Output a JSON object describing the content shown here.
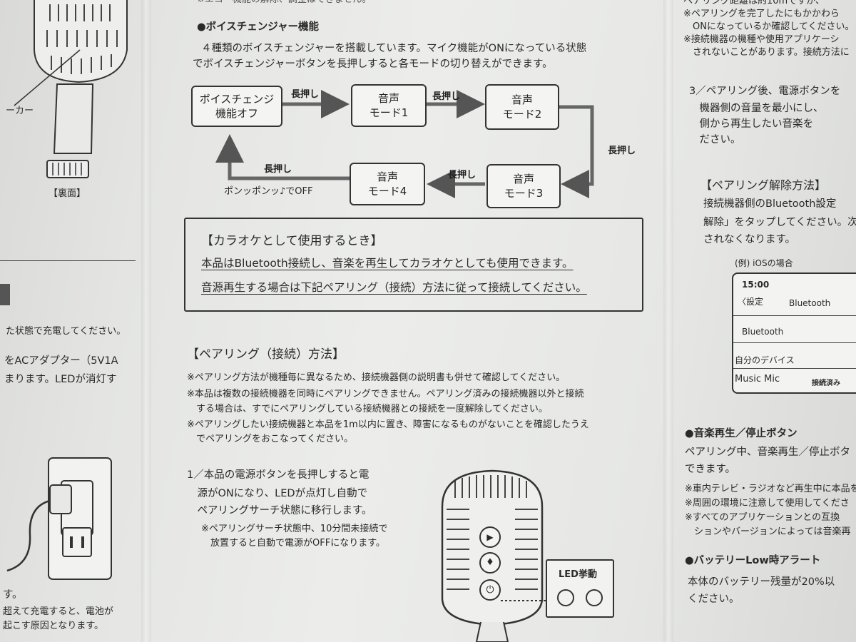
{
  "left": {
    "top_partial": "ーカー",
    "back_label": "【裏面】",
    "lines": [
      "た状態で充電してください。",
      "をACアダプター（5V1A",
      "まります。LEDが消灯す"
    ],
    "bottom_lines": [
      "す。",
      "超えて充電すると、電池が",
      "起こす原因となります。"
    ]
  },
  "center": {
    "top_cut": "※エコー機能の解除、調整はできません。",
    "voice_heading": "●ボイスチェンジャー機能",
    "voice_body": [
      "４種類のボイスチェンジャーを搭載しています。マイク機能がONになっている状態",
      "でボイスチェンジャーボタンを長押しすると各モードの切り替えができます。"
    ],
    "flow": {
      "off_box": "ボイスチェンジ\n機能オフ",
      "mode1": "音声\nモード1",
      "mode2": "音声\nモード2",
      "mode3": "音声\nモード3",
      "mode4": "音声\nモード4",
      "press": "長押し",
      "return_note": "ポンッポンッ♪でOFF"
    },
    "karaoke": {
      "title": "【カラオケとして使用するとき】",
      "line1": "本品はBluetooth接続し、音楽を再生してカラオケとしても使用できます。",
      "line2": "音源再生する場合は下記ペアリング（接続）方法に従って接続してください。"
    },
    "pairing_heading": "【ペアリング（接続）方法】",
    "pairing_notes": [
      "※ペアリング方法が機種毎に異なるため、接続機器側の説明書も併せて確認してください。",
      "※本品は複数の接続機器を同時にペアリングできません。ペアリング済みの接続機器以外と接続",
      "　する場合は、すでにペアリングしている接続機器との接続を一度解除してください。",
      "※ペアリングしたい接続機器と本品を1m以内に置き、障害になるものがないことを確認したうえ",
      "　でペアリングをおこなってください。"
    ],
    "step1": [
      "1／本品の電源ボタンを長押しすると電",
      "　源がONになり、LEDが点灯し自動で",
      "　ペアリングサーチ状態に移行します。"
    ],
    "step1_note": [
      "※ペアリングサーチ状態中、10分間未接続で",
      "　放置すると自動で電源がOFFになります。"
    ],
    "led_label": "LED挙動"
  },
  "right": {
    "top_lines": [
      "ペアリング距離は約10mですが、",
      "※ペアリングを完了したにもかかわら",
      "　ONになっているか確認してください。",
      "※接続機器の機種や使用アプリケーシ",
      "　されないことがあります。接続方法に"
    ],
    "step3": [
      "3／ペアリング後、電源ボタンを",
      "　機器側の音量を最小にし、",
      "　側から再生したい音楽を",
      "　ださい。"
    ],
    "unpair_heading": "【ペアリング解除方法】",
    "unpair_body": [
      "接続機器側のBluetooth設定",
      "解除」をタップしてください。次",
      "されなくなります。"
    ],
    "phone": {
      "example": "(例) iOSの場合",
      "time": "15:00",
      "back": "設定",
      "title": "Bluetooth",
      "row_bluetooth": "Bluetooth",
      "my_devices": "自分のデバイス",
      "device": "Music Mic",
      "connected": "接続済み"
    },
    "music_heading": "●音楽再生／停止ボタン",
    "music_body": [
      "ペアリング中、音楽再生／停止ボタ",
      "できます。"
    ],
    "music_notes": [
      "※車内テレビ・ラジオなど再生中に本品を",
      "※周囲の環境に注意して使用してくださ",
      "※すべてのアプリケーションとの互換",
      "　ションやバージョンによっては音楽再"
    ],
    "battery_heading": "●バッテリーLow時アラート",
    "battery_body": [
      "本体のバッテリー残量が20%以",
      "ください。"
    ]
  }
}
